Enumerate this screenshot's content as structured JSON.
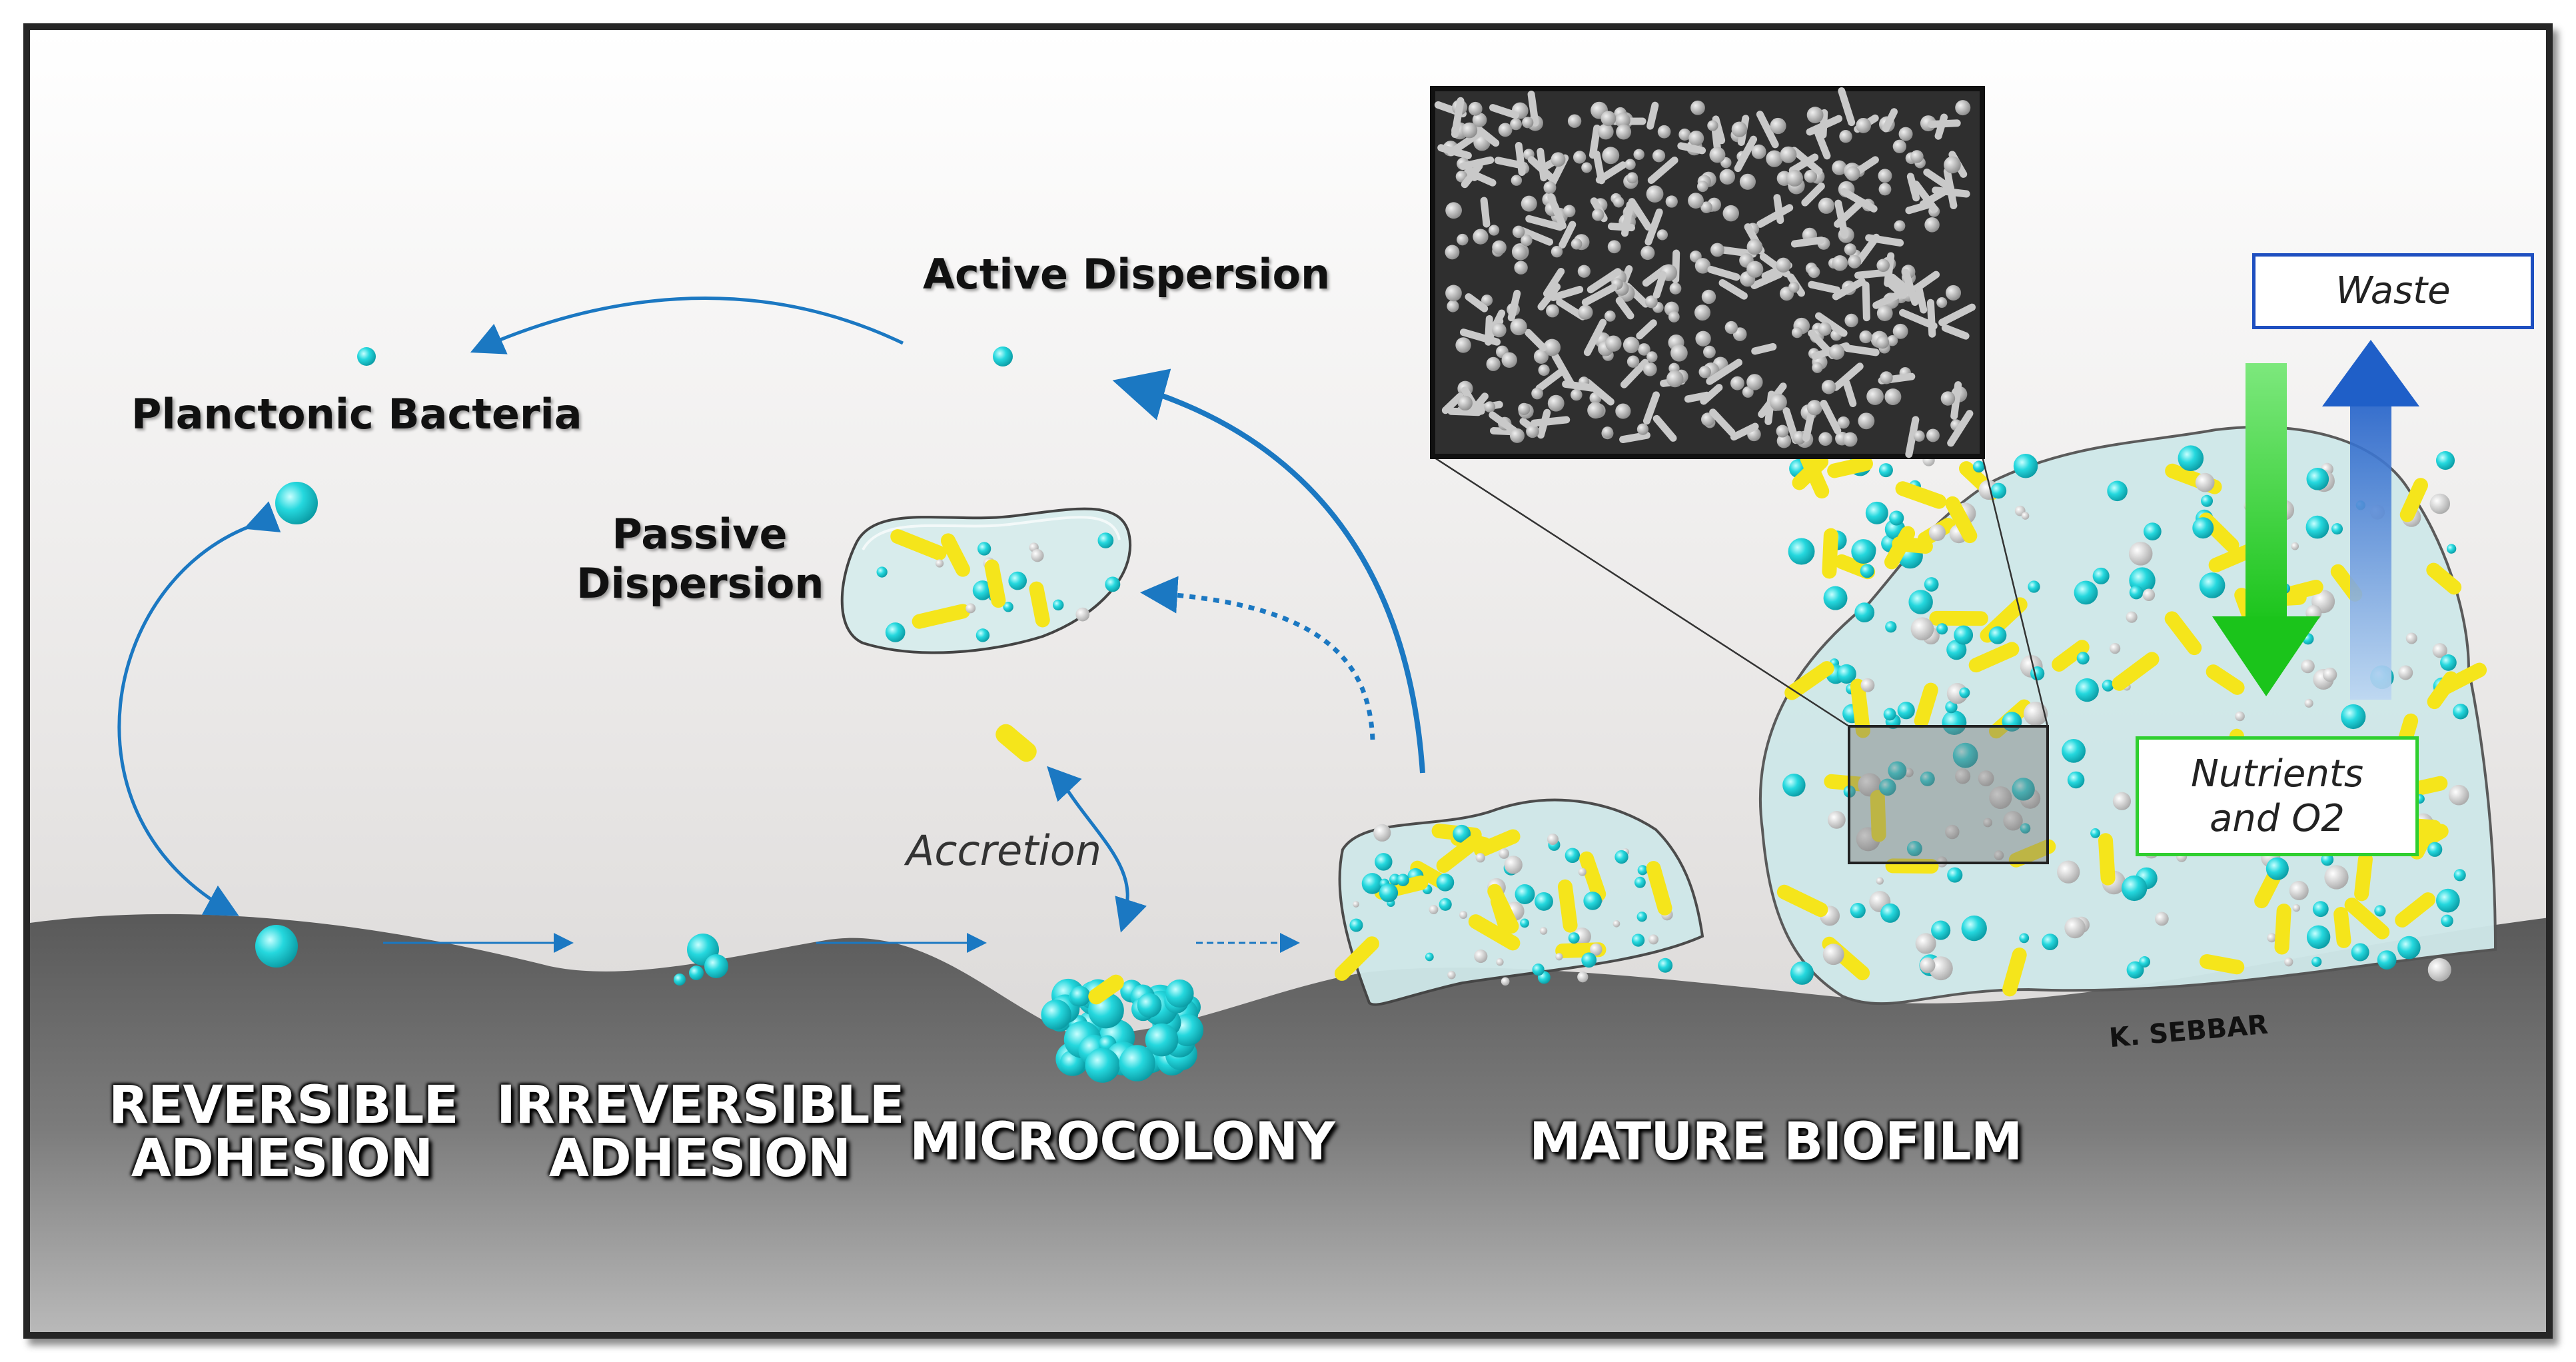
{
  "labels": {
    "planctonic": "Planctonic Bacteria",
    "active": "Active Dispersion",
    "passive_line1": "Passive",
    "passive_line2": "Dispersion",
    "accretion": "Accretion",
    "waste": "Waste",
    "nutrients_line1": "Nutrients",
    "nutrients_line2": "and O2",
    "signature": "K. SEBBAR"
  },
  "stages": {
    "reversible_line1": "REVERSIBLE",
    "reversible_line2": "ADHESION",
    "irreversible_line1": "IRREVERSIBLE",
    "irreversible_line2": "ADHESION",
    "microcolony": "MICROCOLONY",
    "mature": "MATURE BIOFILM"
  },
  "colors": {
    "bacteria": "#1fd3d8",
    "rod": "#f5e51b",
    "arrow": "#1b78c2",
    "matrix": "#cfe9ea",
    "nutrients_arrow": "#2bd62b",
    "waste_arrow": "#1f6fd0",
    "nutrients_border": "#2fcf2f",
    "waste_border": "#1e4fc0"
  }
}
